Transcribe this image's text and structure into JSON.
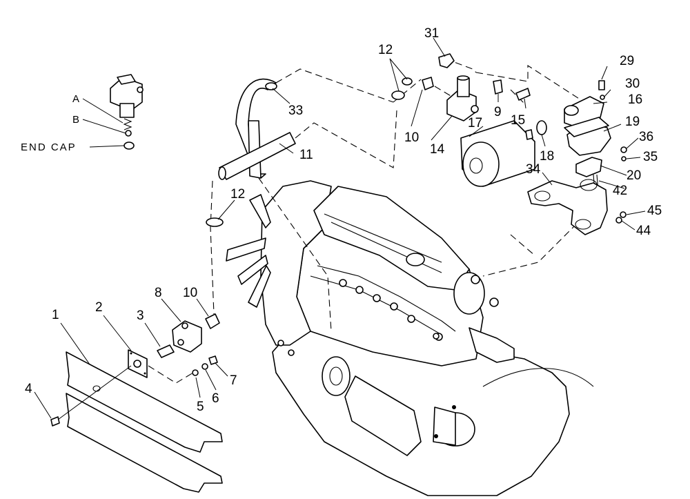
{
  "callouts": {
    "n1": "1",
    "n2": "2",
    "n3": "3",
    "n4": "4",
    "n5": "5",
    "n6": "6",
    "n7": "7",
    "n8": "8",
    "n9": "9",
    "n10a": "10",
    "n10b": "10",
    "n11": "11",
    "n12a": "12",
    "n12b": "12",
    "n14": "14",
    "n15": "15",
    "n16": "16",
    "n17": "17",
    "n18": "18",
    "n19": "19",
    "n20": "20",
    "n29": "29",
    "n30": "30",
    "n31": "31",
    "n33": "33",
    "n34": "34",
    "n35": "35",
    "n36": "36",
    "n42": "42",
    "n44": "44",
    "n45": "45"
  },
  "inset": {
    "label_a": "A",
    "label_b": "B",
    "label_end_cap": "END CAP"
  }
}
